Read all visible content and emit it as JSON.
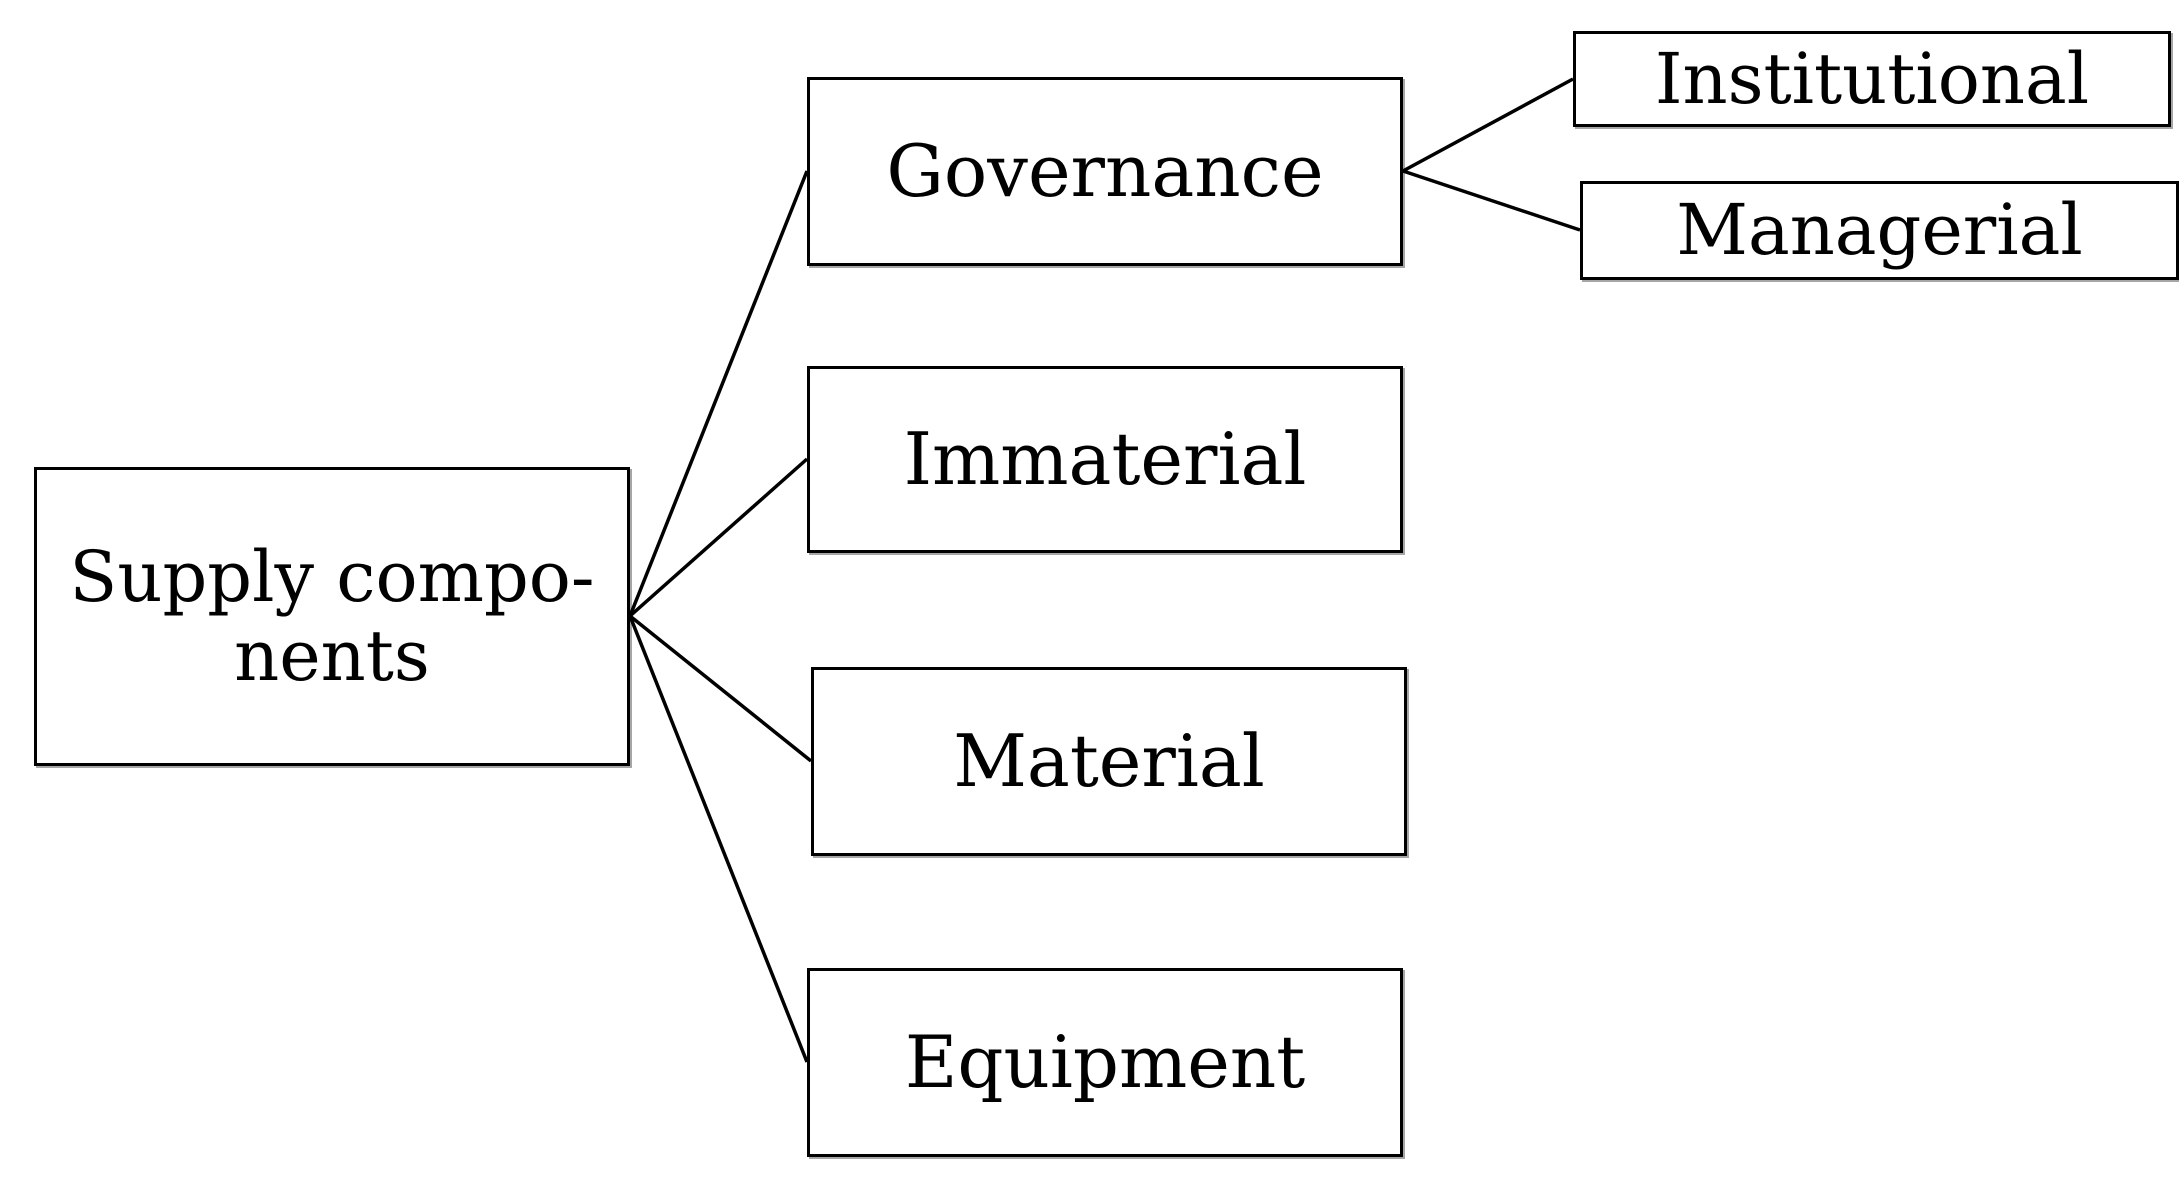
{
  "diagram": {
    "root": {
      "label_line1": "Supply compo-",
      "label_line2": "nents"
    },
    "children": [
      {
        "label": "Governance"
      },
      {
        "label": "Immaterial"
      },
      {
        "label": "Material"
      },
      {
        "label": "Equipment"
      }
    ],
    "governance_children": [
      {
        "label": "Institutional"
      },
      {
        "label": "Managerial"
      }
    ]
  }
}
